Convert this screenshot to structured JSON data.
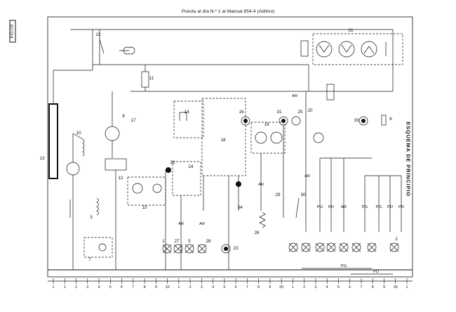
{
  "header": {
    "title": "Puesta al día N.º 1 al Manual 854-4 (Aditivo)",
    "side_title": "ESQUEMA DE PRINCIPIO",
    "reference": "A 61-130"
  },
  "component_numbers": [
    "1",
    "2",
    "3",
    "5",
    "6",
    "7",
    "8",
    "10",
    "11",
    "12",
    "13",
    "14",
    "15",
    "16",
    "17",
    "18",
    "19",
    "20",
    "21",
    "22",
    "23",
    "24",
    "25",
    "26",
    "27",
    "28",
    "29",
    "30",
    "31",
    "32",
    "33",
    "34"
  ],
  "wire_codes": {
    "ar": "AR",
    "pg": "PG",
    "pd": "PD"
  },
  "bottom_columns": [
    "1",
    "1",
    "2",
    "3",
    "4",
    "5",
    "6",
    "7",
    "8",
    "9",
    "10",
    "1",
    "2",
    "3",
    "4",
    "5",
    "6",
    "7",
    "8",
    "9",
    "20",
    "1",
    "2",
    "3",
    "4",
    "5",
    "6",
    "7",
    "8",
    "9",
    "30",
    "1"
  ]
}
